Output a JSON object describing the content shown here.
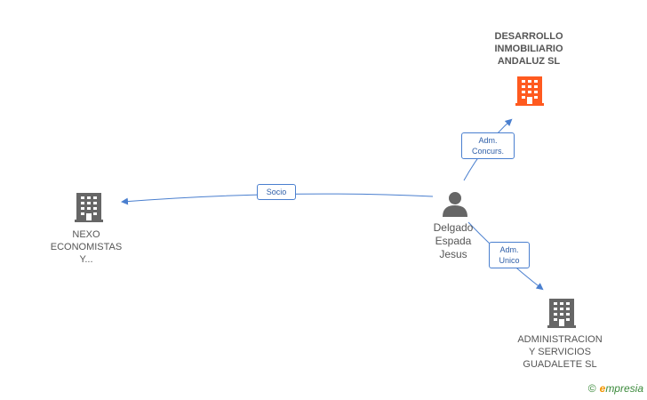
{
  "colors": {
    "company": "#666666",
    "company_highlight": "#ff5a1f",
    "edge": "#4a7fcf",
    "person": "#666666"
  },
  "nodes": {
    "desarrollo": {
      "lines": [
        "DESARROLLO",
        "INMOBILIARIO",
        "ANDALUZ SL"
      ],
      "icon": "building-icon"
    },
    "nexo": {
      "lines": [
        "NEXO",
        "ECONOMISTAS",
        "Y..."
      ],
      "icon": "building-icon"
    },
    "person": {
      "lines": [
        "Delgado",
        "Espada",
        "Jesus"
      ],
      "icon": "person-icon"
    },
    "administracion": {
      "lines": [
        "ADMINISTRACION",
        "Y SERVICIOS",
        "GUADALETE SL"
      ],
      "icon": "building-icon"
    }
  },
  "edges": {
    "socio": {
      "lines": [
        "Socio"
      ]
    },
    "adm_concurs": {
      "lines": [
        "Adm.",
        "Concurs."
      ]
    },
    "adm_unico": {
      "lines": [
        "Adm.",
        "Unico"
      ]
    }
  },
  "footer": {
    "copyright": "©",
    "brand_initial": "e",
    "brand_rest": "mpresia"
  }
}
